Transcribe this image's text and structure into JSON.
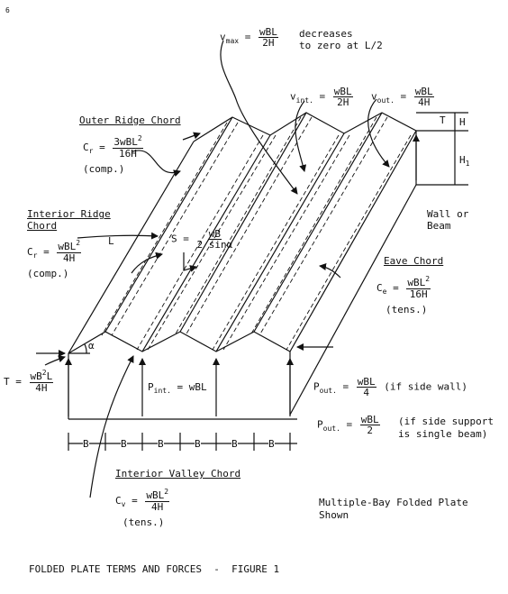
{
  "page_number": "6",
  "vmax": {
    "sym": "v",
    "sub": "max",
    "num": "wBL",
    "den": "2H",
    "note1": "decreases",
    "note2": "to zero at L/2"
  },
  "vint": {
    "sym": "v",
    "sub": "int.",
    "num": "wBL",
    "den": "2H"
  },
  "vout": {
    "sym": "v",
    "sub": "out.",
    "num": "wBL",
    "den": "4H"
  },
  "dims": {
    "T": "T",
    "H": "H",
    "H1": "H",
    "H1_sub": "1",
    "L": "L",
    "alpha": "α"
  },
  "outer_ridge": {
    "title": "Outer Ridge Chord",
    "sym": "C",
    "sub": "r",
    "num": "3wBL",
    "num_sup": "2",
    "den": "16H",
    "note": "(comp.)"
  },
  "interior_ridge": {
    "title1": "Interior Ridge",
    "title2": "Chord",
    "sym": "C",
    "sub": "r",
    "num": "wBL",
    "num_sup": "2",
    "den": "4H",
    "note": "(comp.)"
  },
  "shear": {
    "sym": "S",
    "num": "wB",
    "den": "2 sinα"
  },
  "wall": {
    "line1": "Wall or",
    "line2": "Beam"
  },
  "eave": {
    "title": "Eave Chord",
    "sym": "C",
    "sub": "e",
    "num": "wBL",
    "num_sup": "2",
    "den": "16H",
    "note": "(tens.)"
  },
  "tie": {
    "sym": "T",
    "num": "wB",
    "num_sup": "2",
    "num_tail": "L",
    "den": "4H"
  },
  "pint": {
    "sym": "P",
    "sub": "int.",
    "eq": "= wBL"
  },
  "pout1": {
    "sym": "P",
    "sub": "out.",
    "num": "wBL",
    "den": "4",
    "note": "(if side wall)"
  },
  "pout2": {
    "sym": "P",
    "sub": "out.",
    "num": "wBL",
    "den": "2",
    "note1": "(if side support",
    "note2": "is single beam)"
  },
  "bay_labels": [
    "B",
    "B",
    "B",
    "B",
    "B",
    "B"
  ],
  "valley": {
    "title": "Interior Valley Chord",
    "sym": "C",
    "sub": "v",
    "num": "wBL",
    "num_sup": "2",
    "den": "4H",
    "note": "(tens.)"
  },
  "shown": {
    "line1": "Multiple-Bay Folded Plate",
    "line2": "Shown"
  },
  "caption": "FOLDED PLATE TERMS AND FORCES  -  FIGURE 1"
}
